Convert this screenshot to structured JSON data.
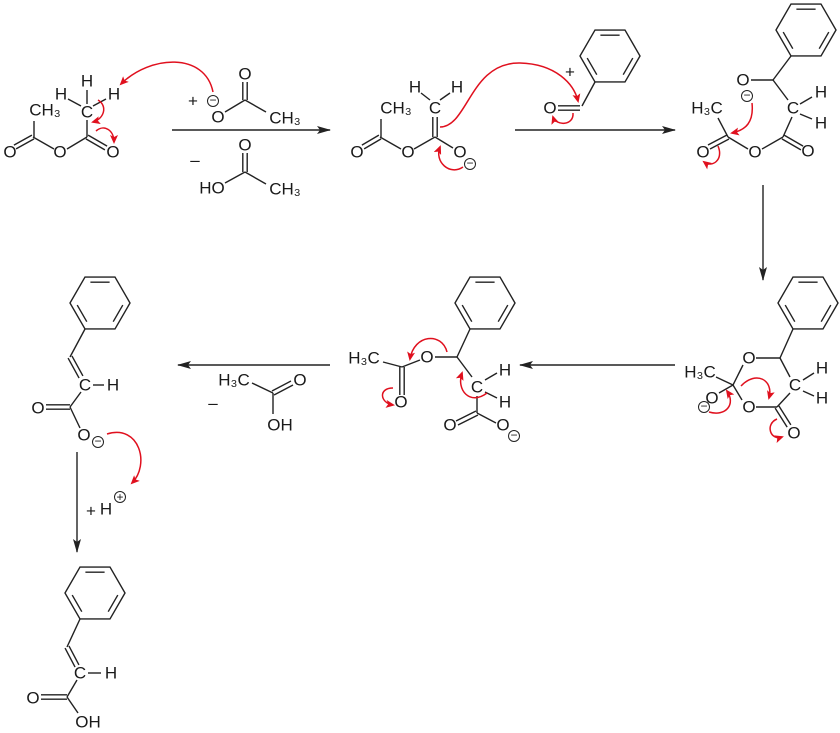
{
  "colors": {
    "bonds": "#222222",
    "electron_arrows": "#e0101e"
  },
  "acetic_anhydride": {
    "labels": [
      "CH₃",
      "O",
      "O",
      "O",
      "C",
      "H",
      "H",
      "H"
    ]
  },
  "acetate_reagent": {
    "plus": "+",
    "charge": "−",
    "labels": [
      "O",
      "O",
      "CH₃"
    ]
  },
  "acetic_acid_lost_1": {
    "minus": "–",
    "labels": [
      "HO",
      "O",
      "CH₃"
    ]
  },
  "enolate": {
    "labels": [
      "CH₃",
      "O",
      "O",
      "O",
      "C",
      "H",
      "H"
    ],
    "charge": "−"
  },
  "benzaldehyde": {
    "plus": "+",
    "labels": [
      "O"
    ]
  },
  "alkoxide_adduct": {
    "labels": [
      "H₃C",
      "O",
      "O",
      "O",
      "O",
      "C",
      "H",
      "H"
    ],
    "charge": "−"
  },
  "cyclic_intermediate": {
    "labels": [
      "H₃C",
      "O",
      "O",
      "O",
      "O",
      "C",
      "H",
      "H"
    ],
    "charge": "−"
  },
  "carboxylate_intermediate": {
    "labels": [
      "H₃C",
      "O",
      "O",
      "C",
      "H",
      "H",
      "O",
      "O"
    ],
    "charge": "−"
  },
  "acetic_acid_lost_2": {
    "minus": "–",
    "labels": [
      "H₃C",
      "O",
      "OH"
    ]
  },
  "cinnamate": {
    "labels": [
      "C",
      "H",
      "O",
      "O"
    ],
    "charge": "−"
  },
  "proton": {
    "plus": "+",
    "label": "H",
    "charge": "+"
  },
  "cinnamic_acid": {
    "labels": [
      "C",
      "H",
      "O",
      "OH"
    ]
  }
}
